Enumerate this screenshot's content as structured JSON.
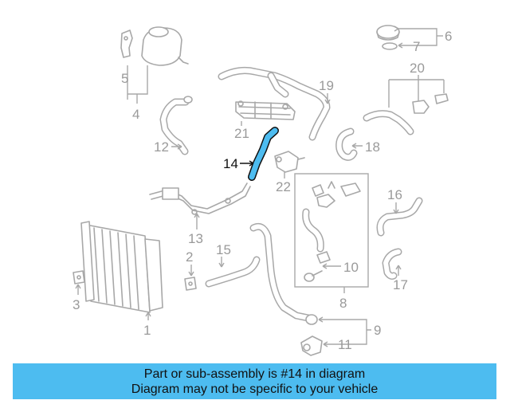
{
  "diagram": {
    "highlight_color": "#4dbcf0",
    "highlighted_part": "14",
    "callouts": {
      "c1": "1",
      "c2": "2",
      "c3": "3",
      "c4": "4",
      "c5": "5",
      "c6": "6",
      "c7": "7",
      "c8": "8",
      "c9": "9",
      "c10": "10",
      "c11": "11",
      "c12": "12",
      "c13": "13",
      "c14": "14",
      "c15": "15",
      "c16": "16",
      "c17": "17",
      "c18": "18",
      "c19": "19",
      "c20": "20",
      "c21": "21",
      "c22": "22"
    }
  },
  "banner": {
    "line1": "Part or sub-assembly is #14 in diagram",
    "line2": "Diagram may not be specific to your vehicle",
    "background": "#4dbcf0"
  }
}
